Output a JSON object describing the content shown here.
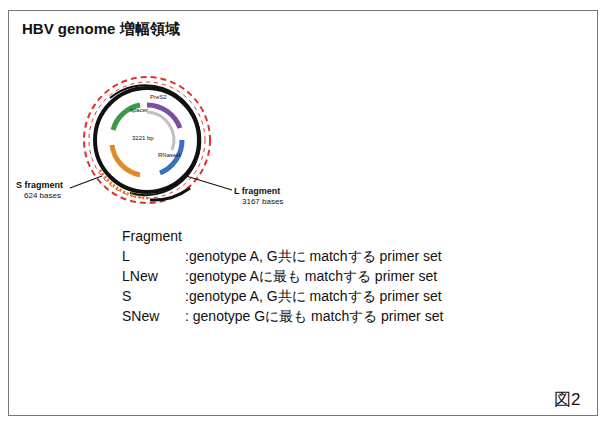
{
  "diagram": {
    "title": "HBV genome 増幅領域",
    "caption": "図2",
    "labels": [
      "PreS2",
      "spacer",
      "3221 bp",
      "RNaseH",
      "S fragment",
      "624 bases",
      "L fragment",
      "3167 bases",
      "Fragment",
      "L",
      ":genotype A, G共に matchする primer set",
      "LNew",
      ":genotype Aに最も matchする primer set",
      "S",
      ":genotype A, G共に matchする primer set",
      "SNew",
      ": genotype Gに最も matchする primer set"
    ]
  }
}
